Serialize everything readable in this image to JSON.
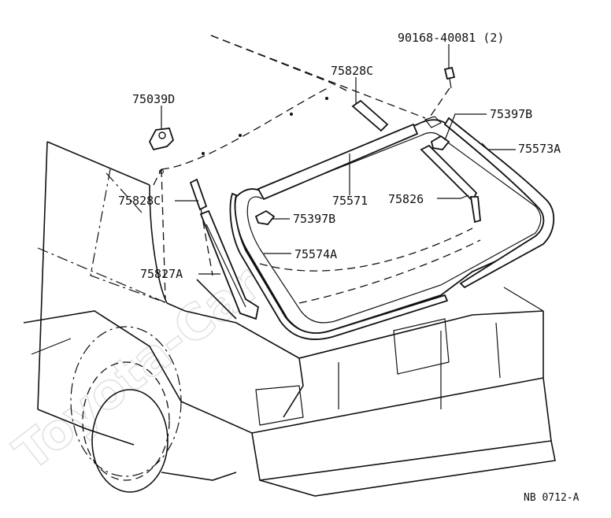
{
  "diagram": {
    "watermark": "Toyota-CarMine.ru",
    "drawing_code": "NB 0712-A",
    "parts": [
      {
        "id": "p-90168",
        "label": "90168-40081 (2)"
      },
      {
        "id": "p-75828c-top",
        "label": "75828C"
      },
      {
        "id": "p-75039d",
        "label": "75039D"
      },
      {
        "id": "p-75397b-top",
        "label": "75397B"
      },
      {
        "id": "p-75573a",
        "label": "75573A"
      },
      {
        "id": "p-75828c-left",
        "label": "75828C"
      },
      {
        "id": "p-75571",
        "label": "75571"
      },
      {
        "id": "p-75826",
        "label": "75826"
      },
      {
        "id": "p-75397b-mid",
        "label": "75397B"
      },
      {
        "id": "p-75574a",
        "label": "75574A"
      },
      {
        "id": "p-75827a",
        "label": "75827A"
      }
    ]
  }
}
